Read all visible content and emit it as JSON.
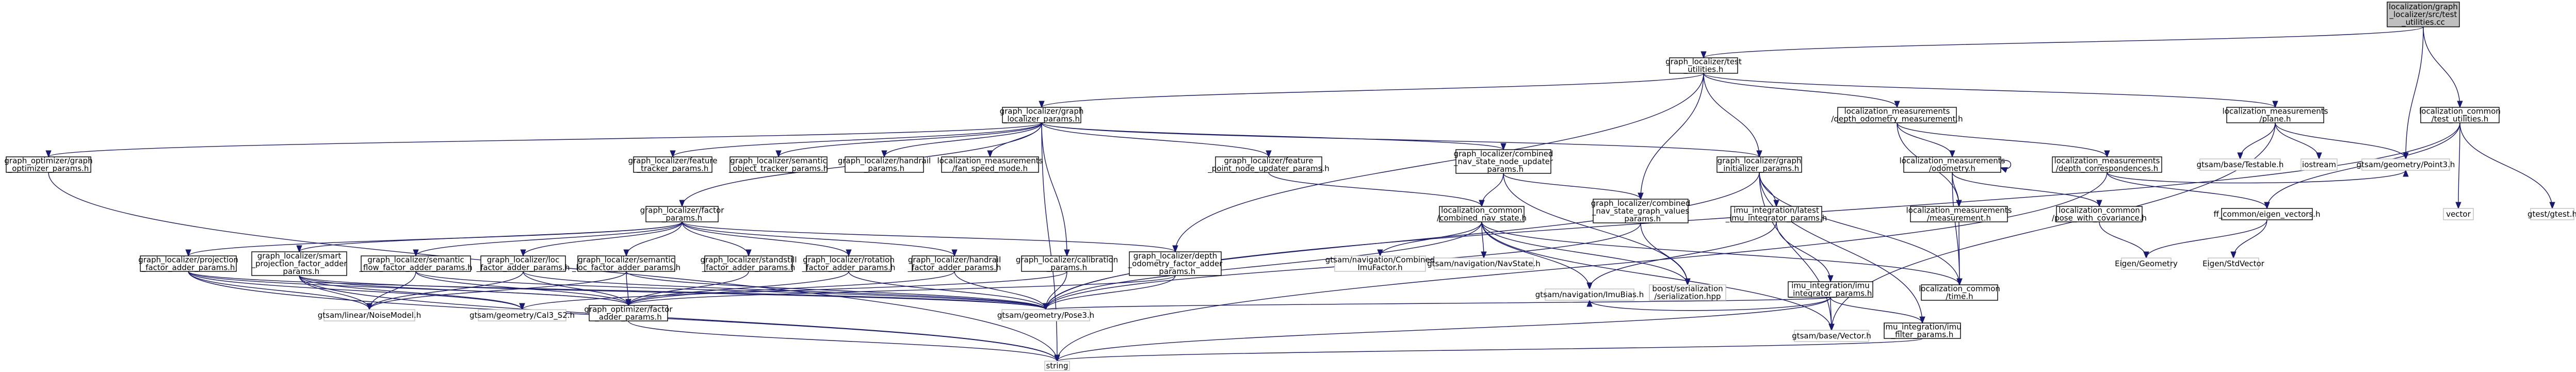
{
  "graph": {
    "nodes": [
      {
        "id": "root",
        "lines": [
          "localization/graph",
          "_localizer/src/test",
          "_utilities.cc"
        ],
        "kind": "root"
      },
      {
        "id": "test_utilities",
        "lines": [
          "graph_localizer/test",
          "_utilities.h"
        ],
        "kind": "local"
      },
      {
        "id": "gl_params",
        "lines": [
          "graph_localizer/graph",
          "_localizer_params.h"
        ],
        "kind": "local"
      },
      {
        "id": "lm_depth_odom",
        "lines": [
          "localization_measurements",
          "/depth_odometry_measurement.h"
        ],
        "kind": "local"
      },
      {
        "id": "lm_plane",
        "lines": [
          "localization_measurements",
          "/plane.h"
        ],
        "kind": "local"
      },
      {
        "id": "lc_test_util",
        "lines": [
          "localization_common",
          "/test_utilities.h"
        ],
        "kind": "local"
      },
      {
        "id": "go_params",
        "lines": [
          "graph_optimizer/graph",
          "_optimizer_params.h"
        ],
        "kind": "local"
      },
      {
        "id": "feat_tracker",
        "lines": [
          "graph_localizer/feature",
          "_tracker_params.h"
        ],
        "kind": "local"
      },
      {
        "id": "sem_obj_tracker",
        "lines": [
          "graph_localizer/semantic",
          "_object_tracker_params.h"
        ],
        "kind": "local"
      },
      {
        "id": "handrail_params",
        "lines": [
          "graph_localizer/handrail",
          "_params.h"
        ],
        "kind": "local"
      },
      {
        "id": "fan_speed",
        "lines": [
          "localization_measurements",
          "/fan_speed_mode.h"
        ],
        "kind": "local"
      },
      {
        "id": "feat_point_node",
        "lines": [
          "graph_localizer/feature",
          "_point_node_updater_params.h"
        ],
        "kind": "local"
      },
      {
        "id": "comb_nav_updater",
        "lines": [
          "graph_localizer/combined",
          "_nav_state_node_updater",
          "_params.h"
        ],
        "kind": "local"
      },
      {
        "id": "gi_params",
        "lines": [
          "graph_localizer/graph",
          "_initializer_params.h"
        ],
        "kind": "local"
      },
      {
        "id": "lm_odometry",
        "lines": [
          "localization_measurements",
          "/odometry.h"
        ],
        "kind": "local"
      },
      {
        "id": "lm_depth_corr",
        "lines": [
          "localization_measurements",
          "/depth_correspondences.h"
        ],
        "kind": "local"
      },
      {
        "id": "testable",
        "lines": [
          "gtsam/base/Testable.h"
        ],
        "kind": "ext"
      },
      {
        "id": "iostream",
        "lines": [
          "iostream"
        ],
        "kind": "ext"
      },
      {
        "id": "point3",
        "lines": [
          "gtsam/geometry/Point3.h"
        ],
        "kind": "ext"
      },
      {
        "id": "factor_params",
        "lines": [
          "graph_localizer/factor",
          "_params.h"
        ],
        "kind": "local"
      },
      {
        "id": "comb_nav_state",
        "lines": [
          "localization_common",
          "/combined_nav_state.h"
        ],
        "kind": "local"
      },
      {
        "id": "comb_nav_values",
        "lines": [
          "graph_localizer/combined",
          "_nav_state_graph_values",
          "_params.h"
        ],
        "kind": "local"
      },
      {
        "id": "imu_latest",
        "lines": [
          "imu_integration/latest",
          "_imu_integrator_params.h"
        ],
        "kind": "local"
      },
      {
        "id": "lm_measurement",
        "lines": [
          "localization_measurements",
          "/measurement.h"
        ],
        "kind": "local"
      },
      {
        "id": "pose_cov",
        "lines": [
          "localization_common",
          "/pose_with_covariance.h"
        ],
        "kind": "local"
      },
      {
        "id": "eigen_vectors",
        "lines": [
          "ff_common/eigen_vectors.h"
        ],
        "kind": "local"
      },
      {
        "id": "vector",
        "lines": [
          "vector"
        ],
        "kind": "ext"
      },
      {
        "id": "gtest",
        "lines": [
          "gtest/gtest.h"
        ],
        "kind": "ext"
      },
      {
        "id": "proj_factor",
        "lines": [
          "graph_localizer/projection",
          "_factor_adder_params.h"
        ],
        "kind": "local"
      },
      {
        "id": "smart_proj",
        "lines": [
          "graph_localizer/smart",
          "_projection_factor_adder",
          "_params.h"
        ],
        "kind": "local"
      },
      {
        "id": "sem_flow",
        "lines": [
          "graph_localizer/semantic",
          "_flow_factor_adder_params.h"
        ],
        "kind": "local"
      },
      {
        "id": "loc_factor",
        "lines": [
          "graph_localizer/loc",
          "_factor_adder_params.h"
        ],
        "kind": "local"
      },
      {
        "id": "sem_loc",
        "lines": [
          "graph_localizer/semantic",
          "_loc_factor_adder_params.h"
        ],
        "kind": "local"
      },
      {
        "id": "standstill",
        "lines": [
          "graph_localizer/standstill",
          "_factor_adder_params.h"
        ],
        "kind": "local"
      },
      {
        "id": "rotation",
        "lines": [
          "graph_localizer/rotation",
          "_factor_adder_params.h"
        ],
        "kind": "local"
      },
      {
        "id": "handrail_factor",
        "lines": [
          "graph_localizer/handrail",
          "_factor_adder_params.h"
        ],
        "kind": "local"
      },
      {
        "id": "calibration",
        "lines": [
          "graph_localizer/calibration",
          "_params.h"
        ],
        "kind": "local"
      },
      {
        "id": "depth_odom_factor",
        "lines": [
          "graph_localizer/depth",
          "_odometry_factor_adder",
          "_params.h"
        ],
        "kind": "local"
      },
      {
        "id": "comb_imu_factor",
        "lines": [
          "gtsam/navigation/Combined",
          "ImuFactor.h"
        ],
        "kind": "ext"
      },
      {
        "id": "navstate",
        "lines": [
          "gtsam/navigation/NavState.h"
        ],
        "kind": "ext"
      },
      {
        "id": "imubias",
        "lines": [
          "gtsam/navigation/ImuBias.h"
        ],
        "kind": "ext"
      },
      {
        "id": "boost_ser",
        "lines": [
          "boost/serialization",
          "/serialization.hpp"
        ],
        "kind": "ext"
      },
      {
        "id": "imu_integrator",
        "lines": [
          "imu_integration/imu",
          "_integrator_params.h"
        ],
        "kind": "local"
      },
      {
        "id": "lc_time",
        "lines": [
          "localization_common",
          "/time.h"
        ],
        "kind": "local"
      },
      {
        "id": "eigen_geometry",
        "lines": [
          "Eigen/Geometry"
        ],
        "kind": "ext"
      },
      {
        "id": "eigen_stdvector",
        "lines": [
          "Eigen/StdVector"
        ],
        "kind": "ext"
      },
      {
        "id": "noise_model",
        "lines": [
          "gtsam/linear/NoiseModel.h"
        ],
        "kind": "ext"
      },
      {
        "id": "cal3",
        "lines": [
          "gtsam/geometry/Cal3_S2.h"
        ],
        "kind": "ext"
      },
      {
        "id": "go_factor",
        "lines": [
          "graph_optimizer/factor",
          "_adder_params.h"
        ],
        "kind": "local"
      },
      {
        "id": "pose3",
        "lines": [
          "gtsam/geometry/Pose3.h"
        ],
        "kind": "ext"
      },
      {
        "id": "base_vector",
        "lines": [
          "gtsam/base/Vector.h"
        ],
        "kind": "ext"
      },
      {
        "id": "imu_filter",
        "lines": [
          "imu_integration/imu",
          "_filter_params.h"
        ],
        "kind": "local"
      },
      {
        "id": "string",
        "lines": [
          "string"
        ],
        "kind": "ext"
      }
    ],
    "edges": [
      [
        "root",
        "test_utilities"
      ],
      [
        "root",
        "point3"
      ],
      [
        "root",
        "lc_test_util"
      ],
      [
        "test_utilities",
        "gl_params"
      ],
      [
        "test_utilities",
        "lm_depth_odom"
      ],
      [
        "test_utilities",
        "lm_plane"
      ],
      [
        "test_utilities",
        "gi_params"
      ],
      [
        "test_utilities",
        "comb_nav_values"
      ],
      [
        "test_utilities",
        "depth_odom_factor"
      ],
      [
        "gl_params",
        "go_params"
      ],
      [
        "gl_params",
        "feat_tracker"
      ],
      [
        "gl_params",
        "sem_obj_tracker"
      ],
      [
        "gl_params",
        "handrail_params"
      ],
      [
        "gl_params",
        "fan_speed"
      ],
      [
        "gl_params",
        "feat_point_node"
      ],
      [
        "gl_params",
        "comb_nav_updater"
      ],
      [
        "gl_params",
        "gi_params"
      ],
      [
        "gl_params",
        "factor_params"
      ],
      [
        "gl_params",
        "calibration"
      ],
      [
        "gl_params",
        "string"
      ],
      [
        "lm_depth_odom",
        "lm_odometry"
      ],
      [
        "lm_depth_odom",
        "lm_depth_corr"
      ],
      [
        "lm_depth_odom",
        "lm_measurement"
      ],
      [
        "lm_plane",
        "testable"
      ],
      [
        "lm_plane",
        "iostream"
      ],
      [
        "lm_plane",
        "point3"
      ],
      [
        "lm_plane",
        "base_vector"
      ],
      [
        "lc_test_util",
        "vector"
      ],
      [
        "lc_test_util",
        "gtest"
      ],
      [
        "lc_test_util",
        "pose3"
      ],
      [
        "lc_test_util",
        "eigen_vectors"
      ],
      [
        "go_params",
        "string"
      ],
      [
        "feat_point_node",
        "comb_nav_state"
      ],
      [
        "comb_nav_updater",
        "comb_nav_state"
      ],
      [
        "comb_nav_updater",
        "comb_nav_values"
      ],
      [
        "comb_nav_updater",
        "boost_ser"
      ],
      [
        "gi_params",
        "imu_latest"
      ],
      [
        "gi_params",
        "lc_time"
      ],
      [
        "gi_params",
        "pose3"
      ],
      [
        "gi_params",
        "base_vector"
      ],
      [
        "gi_params",
        "imu_filter"
      ],
      [
        "lm_odometry",
        "lm_measurement"
      ],
      [
        "lm_odometry",
        "pose_cov"
      ],
      [
        "lm_odometry",
        "lc_time"
      ],
      [
        "lm_odometry",
        "lm_odometry"
      ],
      [
        "lm_depth_corr",
        "point3"
      ],
      [
        "lm_depth_corr",
        "eigen_vectors"
      ],
      [
        "lm_depth_corr",
        "string"
      ],
      [
        "factor_params",
        "proj_factor"
      ],
      [
        "factor_params",
        "smart_proj"
      ],
      [
        "factor_params",
        "sem_flow"
      ],
      [
        "factor_params",
        "loc_factor"
      ],
      [
        "factor_params",
        "sem_loc"
      ],
      [
        "factor_params",
        "standstill"
      ],
      [
        "factor_params",
        "rotation"
      ],
      [
        "factor_params",
        "handrail_factor"
      ],
      [
        "factor_params",
        "depth_odom_factor"
      ],
      [
        "comb_nav_state",
        "comb_imu_factor"
      ],
      [
        "comb_nav_state",
        "navstate"
      ],
      [
        "comb_nav_state",
        "imubias"
      ],
      [
        "comb_nav_state",
        "boost_ser"
      ],
      [
        "comb_nav_state",
        "lc_time"
      ],
      [
        "comb_nav_state",
        "pose3"
      ],
      [
        "comb_nav_state",
        "base_vector"
      ],
      [
        "comb_nav_values",
        "boost_ser"
      ],
      [
        "comb_nav_values",
        "pose3"
      ],
      [
        "imu_latest",
        "imu_integrator"
      ],
      [
        "imu_latest",
        "imubias"
      ],
      [
        "lm_measurement",
        "lc_time"
      ],
      [
        "pose_cov",
        "eigen_geometry"
      ],
      [
        "eigen_vectors",
        "eigen_geometry"
      ],
      [
        "eigen_vectors",
        "eigen_stdvector"
      ],
      [
        "proj_factor",
        "go_factor"
      ],
      [
        "proj_factor",
        "noise_model"
      ],
      [
        "proj_factor",
        "cal3"
      ],
      [
        "proj_factor",
        "pose3"
      ],
      [
        "proj_factor",
        "string"
      ],
      [
        "smart_proj",
        "go_factor"
      ],
      [
        "smart_proj",
        "noise_model"
      ],
      [
        "smart_proj",
        "cal3"
      ],
      [
        "smart_proj",
        "pose3"
      ],
      [
        "smart_proj",
        "string"
      ],
      [
        "sem_flow",
        "go_factor"
      ],
      [
        "sem_flow",
        "noise_model"
      ],
      [
        "sem_flow",
        "pose3"
      ],
      [
        "loc_factor",
        "go_factor"
      ],
      [
        "loc_factor",
        "noise_model"
      ],
      [
        "loc_factor",
        "pose3"
      ],
      [
        "sem_loc",
        "go_factor"
      ],
      [
        "sem_loc",
        "noise_model"
      ],
      [
        "sem_loc",
        "pose3"
      ],
      [
        "standstill",
        "go_factor"
      ],
      [
        "rotation",
        "go_factor"
      ],
      [
        "rotation",
        "pose3"
      ],
      [
        "handrail_factor",
        "go_factor"
      ],
      [
        "handrail_factor",
        "pose3"
      ],
      [
        "calibration",
        "cal3"
      ],
      [
        "calibration",
        "pose3"
      ],
      [
        "depth_odom_factor",
        "go_factor"
      ],
      [
        "depth_odom_factor",
        "pose3"
      ],
      [
        "go_factor",
        "string"
      ],
      [
        "imu_integrator",
        "imubias"
      ],
      [
        "imu_integrator",
        "imu_filter"
      ],
      [
        "imu_integrator",
        "pose3"
      ],
      [
        "imu_integrator",
        "base_vector"
      ],
      [
        "imu_integrator",
        "string"
      ],
      [
        "imu_filter",
        "string"
      ]
    ]
  },
  "colors": {
    "edge": "#191970",
    "root_fill": "#bfbfbf",
    "ext_border": "#bfbfbf",
    "box_border": "#000000"
  }
}
